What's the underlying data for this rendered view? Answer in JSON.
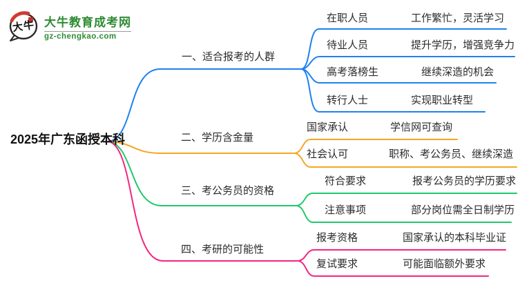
{
  "logo": {
    "icon_text": "大牛",
    "site_name": "大牛教育成考网",
    "site_domain": "gz-chengkao.com",
    "green": "#2e8b33",
    "seal_red": "#c5332c"
  },
  "root": {
    "title": "2025年广东函授本科"
  },
  "branches": [
    {
      "label": "一、适合报考的人群",
      "color": "#1f80f0",
      "children": [
        {
          "label": "在职人员",
          "detail": "工作繁忙，灵活学习"
        },
        {
          "label": "待业人员",
          "detail": "提升学历，增强竞争力"
        },
        {
          "label": "高考落榜生",
          "detail": "继续深造的机会"
        },
        {
          "label": "转行人士",
          "detail": "实现职业转型"
        }
      ]
    },
    {
      "label": "二、学历含金量",
      "color": "#f5a623",
      "children": [
        {
          "label": "国家承认",
          "detail": "学信网可查询"
        },
        {
          "label": "社会认可",
          "detail": "职称、考公务员、继续深造"
        }
      ]
    },
    {
      "label": "三、考公务员的资格",
      "color": "#1ec96b",
      "children": [
        {
          "label": "符合要求",
          "detail": "报考公务员的学历要求"
        },
        {
          "label": "注意事项",
          "detail": "部分岗位需全日制学历"
        }
      ]
    },
    {
      "label": "四、考研的可能性",
      "color": "#f2267f",
      "children": [
        {
          "label": "报考资格",
          "detail": "国家承认的本科毕业证"
        },
        {
          "label": "复试要求",
          "detail": "可能面临额外要求"
        }
      ]
    }
  ]
}
